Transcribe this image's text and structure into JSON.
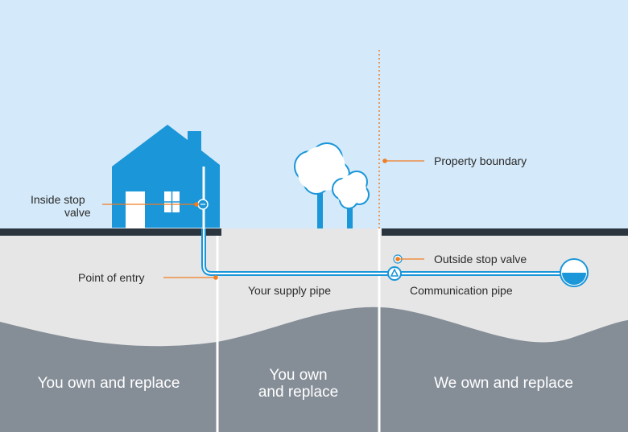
{
  "labels": {
    "inside_stop_valve": "Inside stop",
    "inside_stop_valve_line2": "valve",
    "property_boundary": "Property boundary",
    "outside_stop_valve": "Outside stop valve",
    "point_of_entry": "Point of entry",
    "your_supply_pipe": "Your supply pipe",
    "communication_pipe": "Communication pipe"
  },
  "zones": {
    "left": "You own and replace",
    "middle_line1": "You own",
    "middle_line2": "and replace",
    "right": "We own and replace"
  },
  "colors": {
    "sky": "#d4e9f9",
    "ground": "#e6e6e6",
    "ground_bottom": "#858d97",
    "house": "#1a96d9",
    "pipe": "#1a96d9",
    "leader": "#f07d22",
    "road": "#2a3540"
  }
}
